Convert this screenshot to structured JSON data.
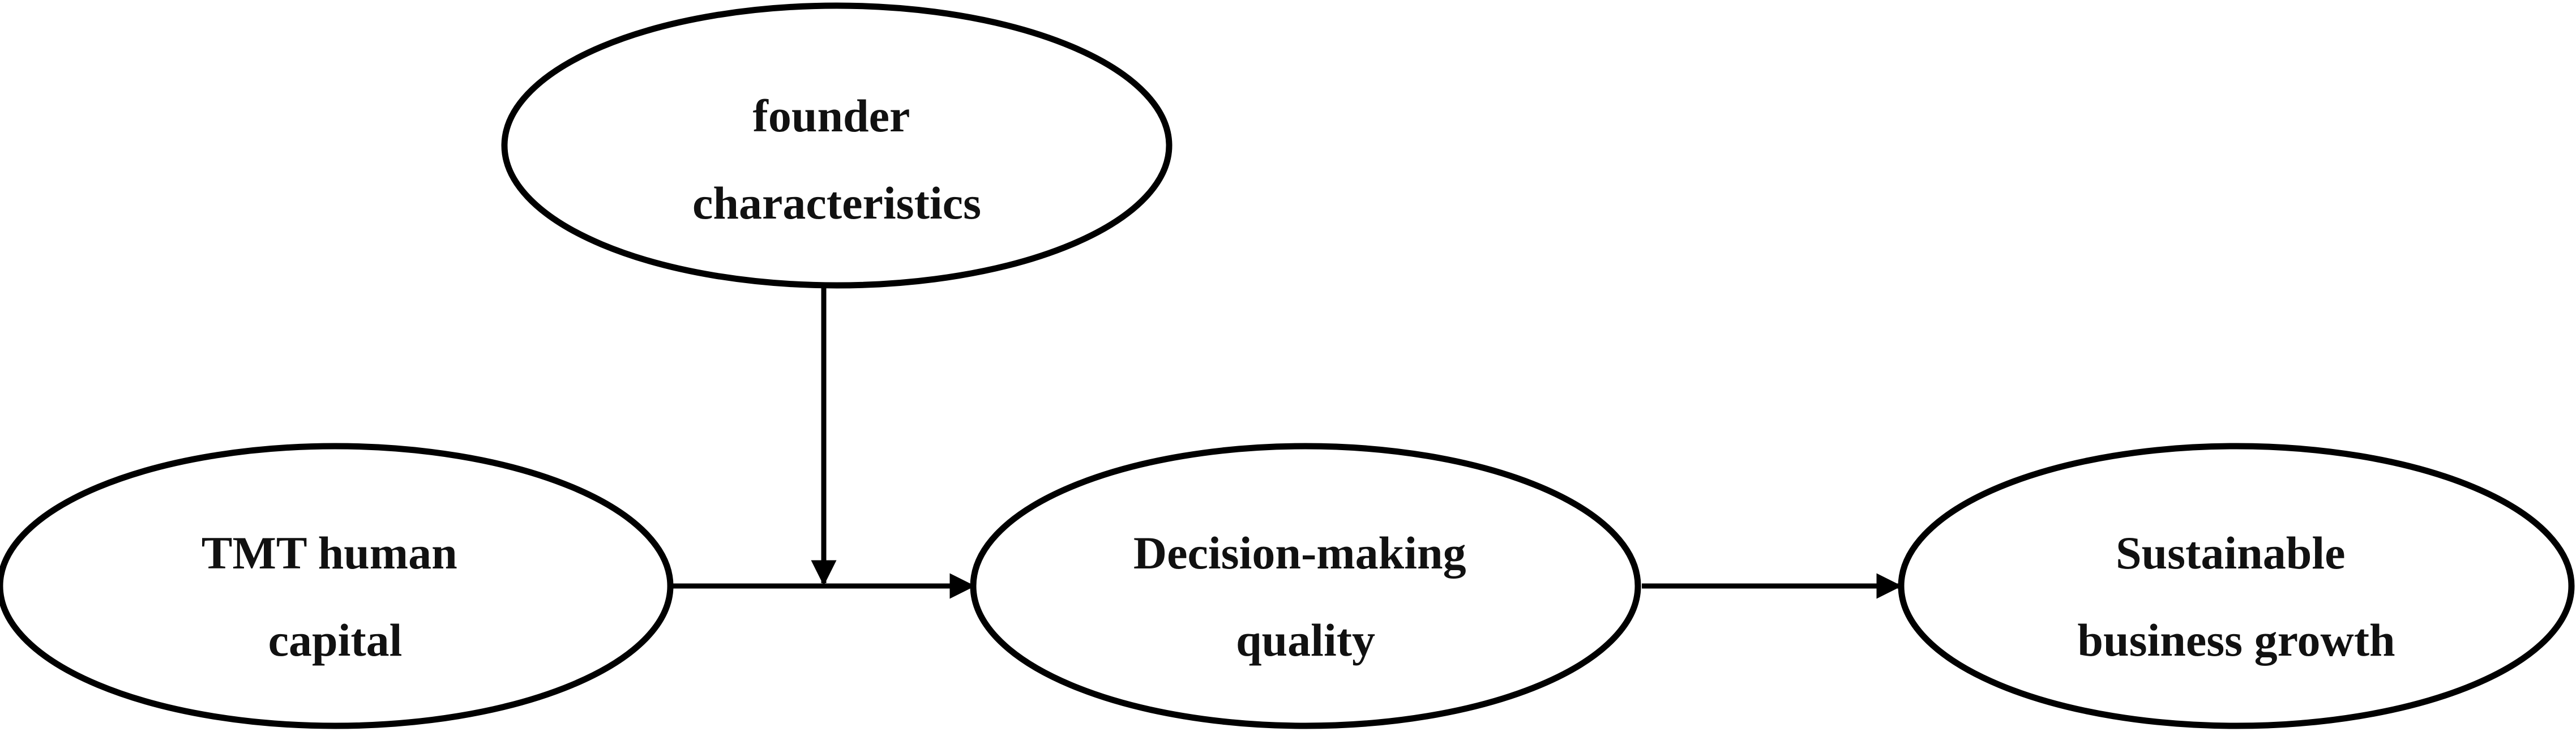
{
  "diagram": {
    "nodes": {
      "founder": {
        "line1": "founder",
        "line2": "characteristics"
      },
      "tmt": {
        "line1": "TMT human",
        "line2": "capital"
      },
      "decision": {
        "line1": "Decision-making",
        "line2": "quality"
      },
      "growth": {
        "line1": "Sustainable",
        "line2": "business growth"
      }
    },
    "edges": [
      {
        "from": "tmt",
        "to": "decision"
      },
      {
        "from": "decision",
        "to": "growth"
      },
      {
        "from": "founder",
        "to": "tmt-decision-edge"
      }
    ],
    "colors": {
      "stroke": "#000000",
      "fill": "#ffffff",
      "text": "#111111"
    }
  }
}
